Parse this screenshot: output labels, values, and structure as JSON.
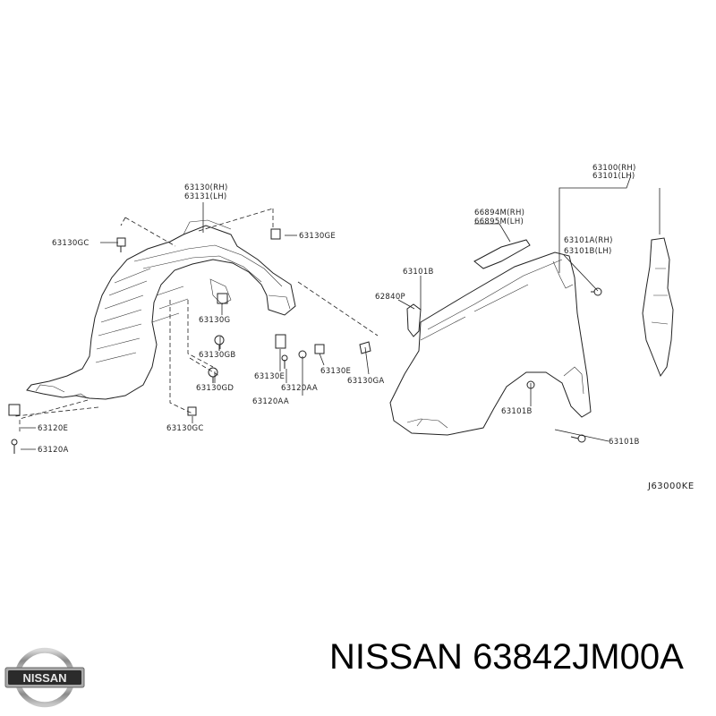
{
  "diagram_code": "J63000KE",
  "footer": {
    "brand": "NISSAN",
    "part_number": "63842JM00A",
    "logo_text": "NISSAN"
  },
  "labels": {
    "l_63130_rh": "63130(RH)",
    "l_63131_lh": "63131(LH)",
    "l_63130gc_top": "63130GC",
    "l_63130ge": "63130GE",
    "l_63130g": "63130G",
    "l_63130gb": "63130GB",
    "l_63130gd": "63130GD",
    "l_63130e_a": "63130E",
    "l_63130e_b": "63130E",
    "l_63120aa_a": "63120AA",
    "l_63120aa_b": "63120AA",
    "l_63130ga": "63130GA",
    "l_63130gc_bottom": "63130GC",
    "l_63120e": "63120E",
    "l_63120a": "63120A",
    "l_66894m_rh": "66894M(RH)",
    "l_66895m_lh": "66895M(LH)",
    "l_63101b_top": "63101B",
    "l_62840p": "62840P",
    "l_63100_rh": "63100(RH)",
    "l_63101_lh": "63101(LH)",
    "l_63101a_rh": "63101A(RH)",
    "l_63101b_mid": "63101B(LH)",
    "l_63101b_low": "63101B",
    "l_63101b_bottom": "63101B"
  }
}
